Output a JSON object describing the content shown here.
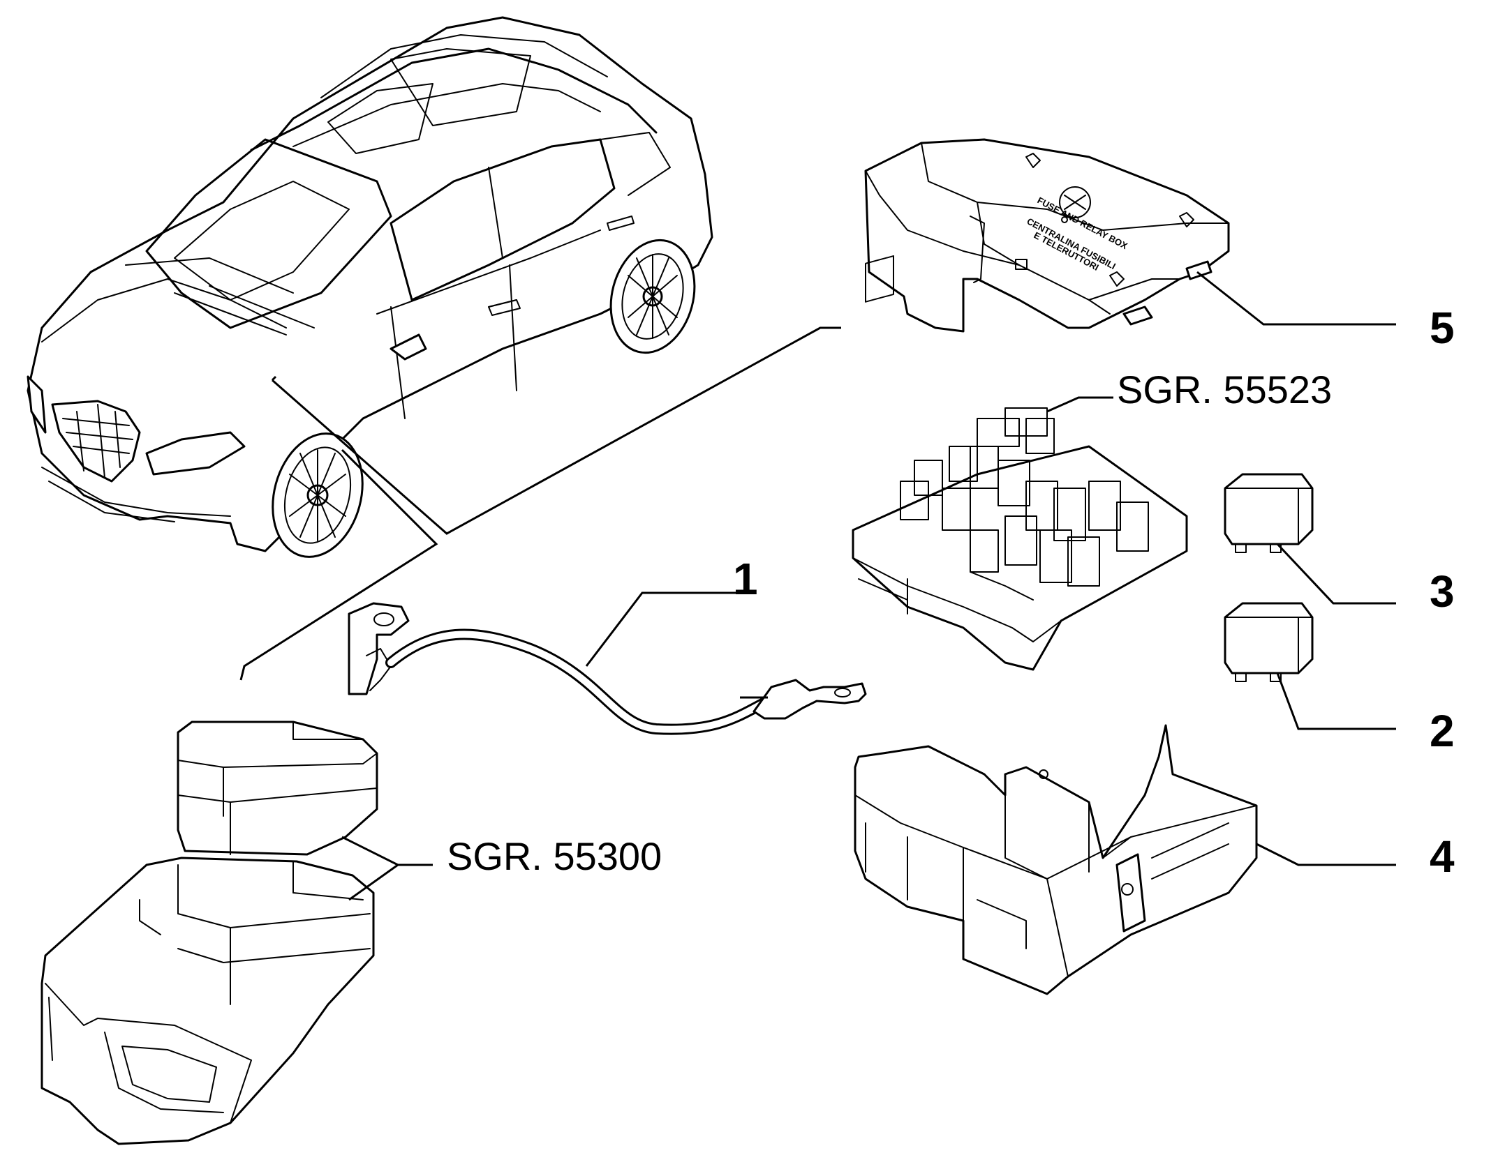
{
  "callouts": {
    "p1": "1",
    "p2": "2",
    "p3": "3",
    "p4": "4",
    "p5": "5"
  },
  "references": {
    "relay_box": "SGR. 55523",
    "battery": "SGR. 55300"
  },
  "cover_text": {
    "line1": "FUSE AND RELAY BOX",
    "line2": "CENTRALINA FUSIBILI",
    "line3": "E TELERUTTORI"
  }
}
